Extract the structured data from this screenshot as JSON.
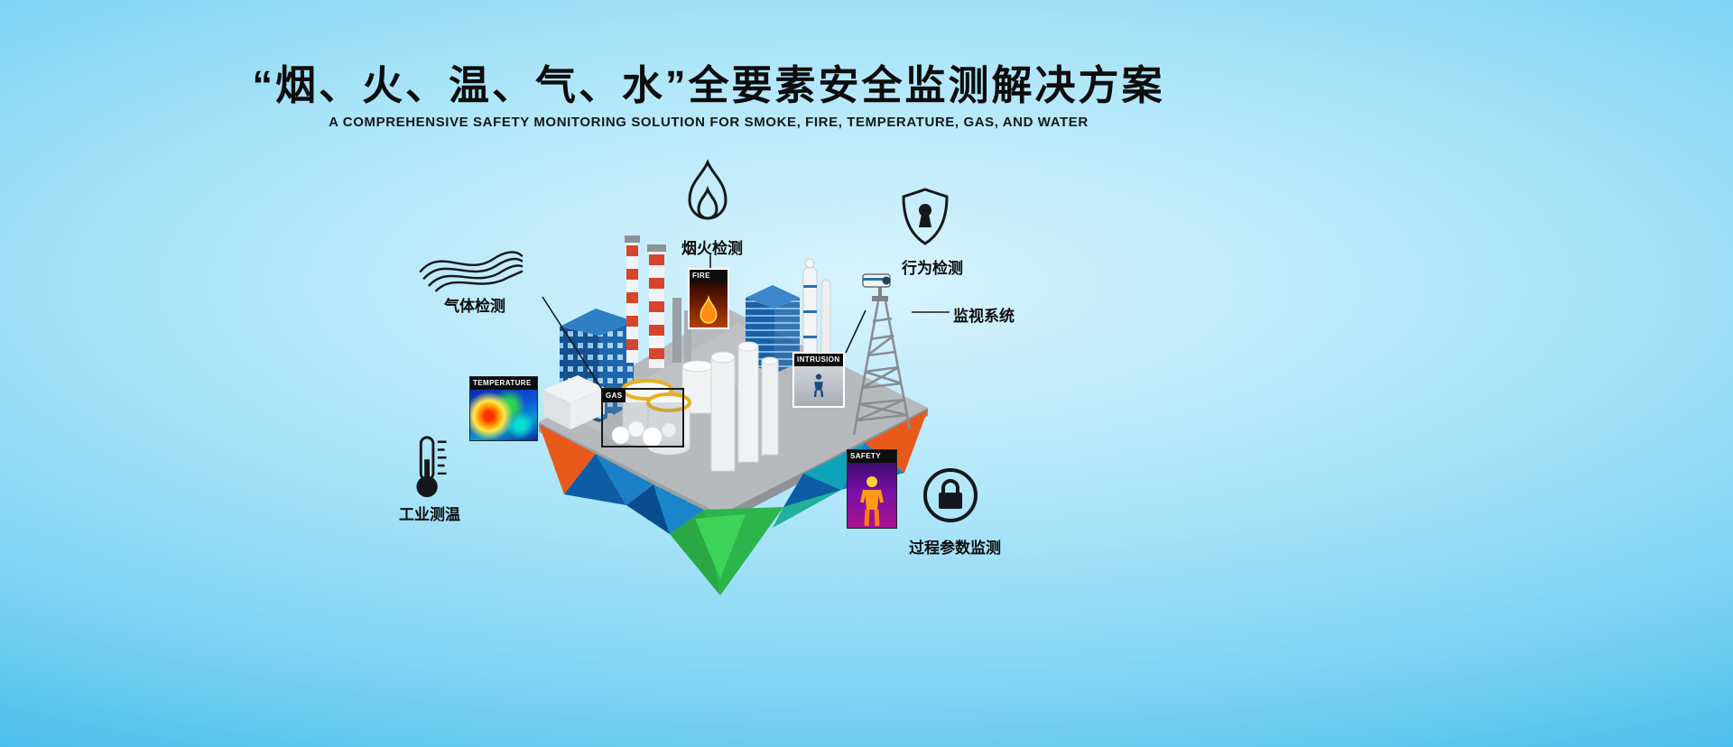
{
  "page": {
    "title": "“烟、火、温、气、水”全要素安全监测解决方案",
    "subtitle": "A COMPREHENSIVE SAFETY MONITORING SOLUTION FOR SMOKE, FIRE, TEMPERATURE, GAS, AND WATER"
  },
  "callouts": {
    "smoke_fire": {
      "label": "烟火检测",
      "icon": "flame-icon"
    },
    "behavior": {
      "label": "行为检测",
      "icon": "shield-keyhole-icon"
    },
    "gas": {
      "label": "气体检测",
      "icon": "smoke-waves-icon"
    },
    "surveillance": {
      "label": "监视系统",
      "icon": "cctv-camera"
    },
    "industrial_temp": {
      "label": "工业测温",
      "icon": "thermometer-icon"
    },
    "process_params": {
      "label": "过程参数监测",
      "icon": "lock-circle-icon"
    }
  },
  "tags": {
    "temperature": "TEMPERATURE",
    "fire": "FIRE",
    "gas": "GAS",
    "intrusion": "INTRUSION",
    "safety": "SAFETY"
  },
  "colors": {
    "sky_edge": "#27ade3",
    "sky_center": "#d8f3fc",
    "island_orange": "#e8591c",
    "island_blue": "#1c80c6",
    "island_green": "#2cb44d",
    "text": "#111111"
  }
}
